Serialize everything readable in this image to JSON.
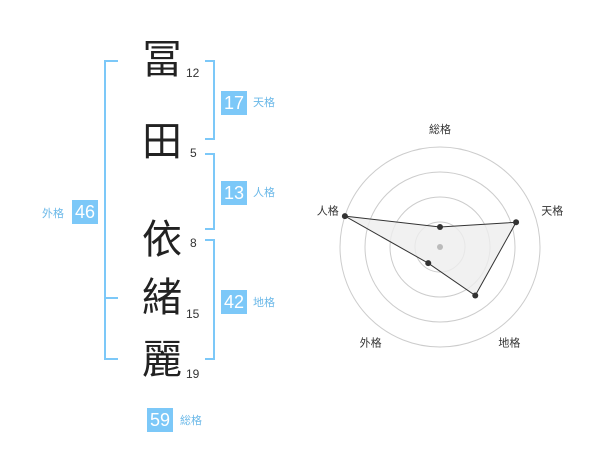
{
  "name": {
    "chars": [
      "冨",
      "田",
      "依",
      "緒",
      "麗"
    ],
    "strokes": [
      "12",
      "5",
      "8",
      "15",
      "19"
    ]
  },
  "fortune": {
    "tenkaku": {
      "value": "17",
      "label": "天格"
    },
    "jinkaku": {
      "value": "13",
      "label": "人格"
    },
    "chikaku": {
      "value": "42",
      "label": "地格"
    },
    "gaikaku": {
      "value": "46",
      "label": "外格"
    },
    "soukaku": {
      "value": "59",
      "label": "総格"
    }
  },
  "chart_data": {
    "type": "radar",
    "axes": [
      "総格",
      "天格",
      "地格",
      "外格",
      "人格"
    ],
    "values": [
      0.2,
      0.8,
      0.6,
      0.2,
      1.0
    ],
    "rings": 4,
    "colors": {
      "fill": "#eeeeee",
      "stroke": "#333333",
      "ring": "#cccccc",
      "point": "#333333",
      "accent": "#7cc8f8"
    }
  }
}
